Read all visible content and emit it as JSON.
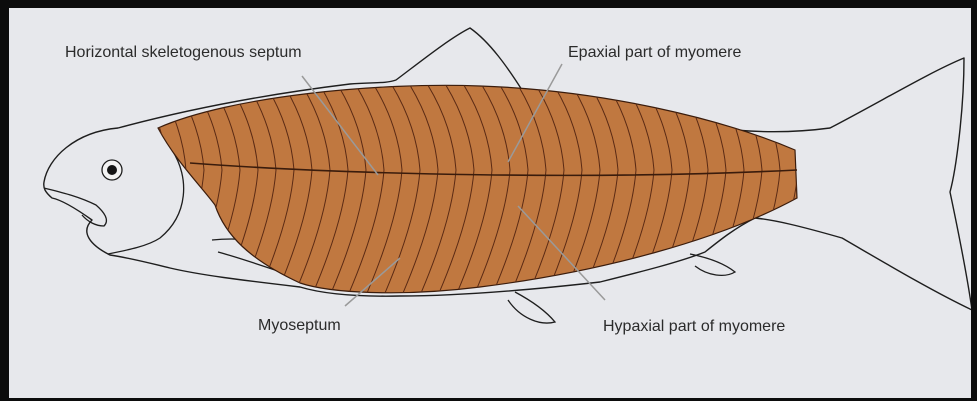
{
  "diagram": {
    "labels": {
      "horizontal_septum": "Horizontal skeletogenous septum",
      "epaxial": "Epaxial part of myomere",
      "myoseptum": "Myoseptum",
      "hypaxial": "Hypaxial part of myomere"
    },
    "colors": {
      "background": "#e7e8ec",
      "muscle": "#c07840",
      "muscle_line": "#5a2a14",
      "outline": "#1e1e1e",
      "leader": "#9a9a9a"
    }
  }
}
